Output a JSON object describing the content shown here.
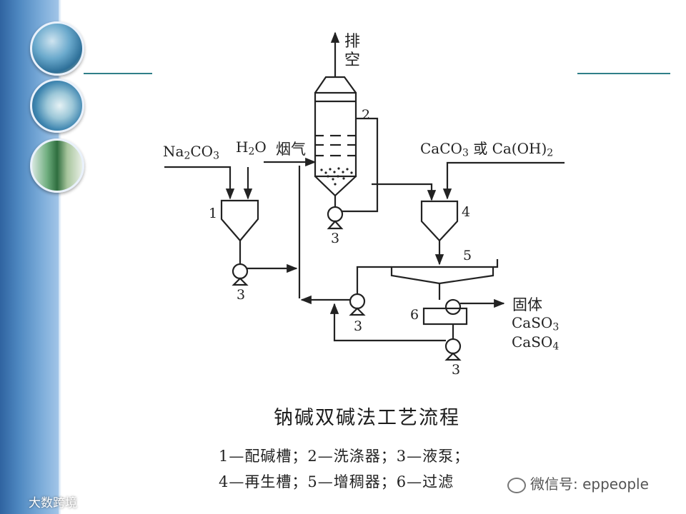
{
  "labels": {
    "exhaust_1": "排",
    "exhaust_2": "空",
    "flue_gas": "烟气",
    "na2co3_a": "Na",
    "na2co3_b": "2",
    "na2co3_c": "CO",
    "na2co3_d": "3",
    "h2o_a": "H",
    "h2o_b": "2",
    "h2o_c": "O",
    "caco3_a": "CaCO",
    "caco3_b": "3",
    "caco3_c": " 或 Ca(OH)",
    "caco3_d": "2",
    "solid": "固体",
    "caso3_a": "CaSO",
    "caso3_b": "3",
    "caso4_a": "CaSO",
    "caso4_b": "4",
    "n1": "1",
    "n2": "2",
    "n3a": "3",
    "n3b": "3",
    "n3c": "3",
    "n3d": "3",
    "n4": "4",
    "n5": "5",
    "n6": "6"
  },
  "caption": "钠碱双碱法工艺流程",
  "legend_line1": "1—配碱槽；2—洗涤器；3—液泵；",
  "legend_line2": "4—再生槽；5—增稠器；6—过滤",
  "watermark_left": "大数跨境",
  "watermark_right": "微信号: eppeople",
  "colors": {
    "sidebar": "#4d87c0",
    "accent_line": "#2f7f88",
    "diagram_ink": "#222222"
  }
}
